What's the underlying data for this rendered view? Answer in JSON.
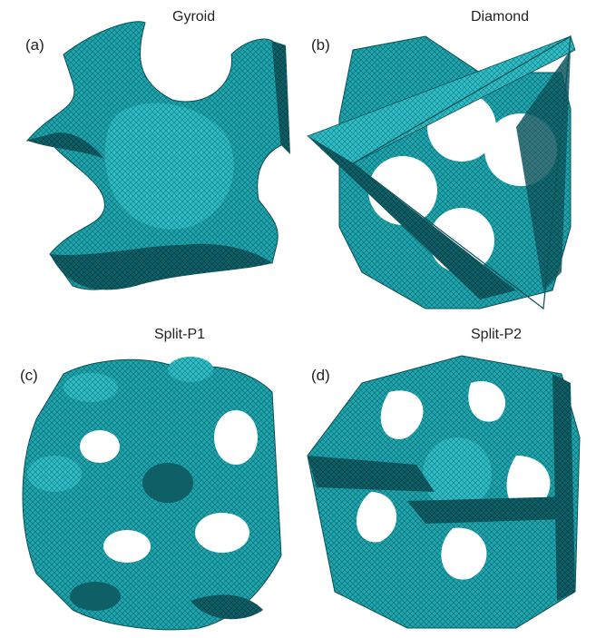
{
  "panels": [
    {
      "label": "(a)",
      "title": "Gyroid"
    },
    {
      "label": "(b)",
      "title": "Diamond"
    },
    {
      "label": "(c)",
      "title": "Split-P1"
    },
    {
      "label": "(d)",
      "title": "Split-P2"
    }
  ],
  "colors": {
    "surface": "#1a9aa3",
    "surface_light": "#2fb9c0",
    "shadow": "#0e5a62",
    "dark": "#083c44",
    "background": "#ffffff"
  }
}
